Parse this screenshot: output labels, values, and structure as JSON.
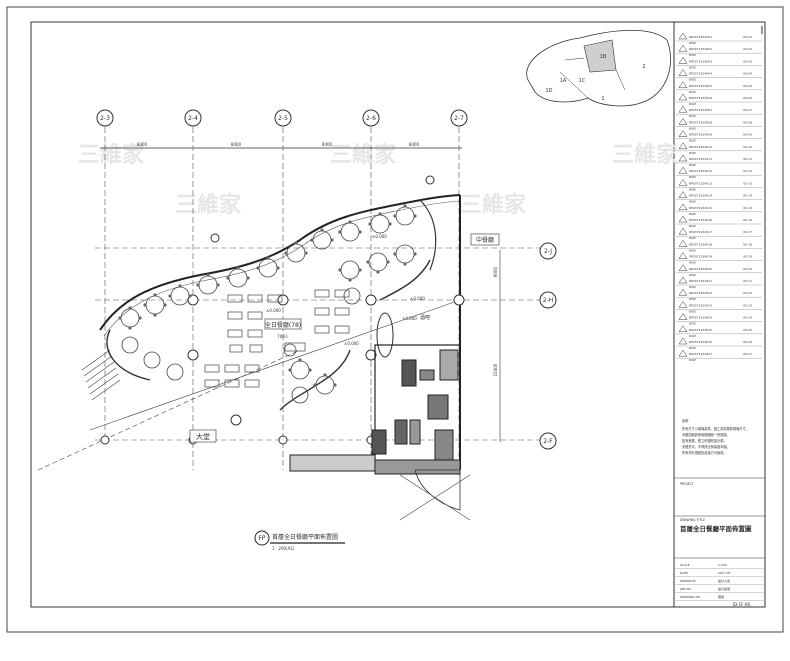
{
  "plan": {
    "grid_top": [
      "2-3",
      "2-4",
      "2-5",
      "2-6",
      "2-7"
    ],
    "grid_right": [
      "2-J",
      "2-H",
      "2-F"
    ],
    "dims_top": [
      "8400",
      "8400",
      "8400",
      "8400"
    ],
    "dims_right": [
      "9000",
      "10400"
    ],
    "rooms": {
      "main_dining": "全日餐廳(78)",
      "main_dining_sub": "709人",
      "chinese": "中餐廳",
      "lobby": "大堂",
      "bar": "酒吧"
    },
    "levels": [
      "±0.000",
      "±0.000",
      "±0.000",
      "±0.000",
      "±0.000"
    ],
    "drawing_title": {
      "tag": "FP",
      "text": "首層全日餐廳平面佈置圖",
      "scale": "1 : 200(A1)"
    }
  },
  "title_block": {
    "revisions": [
      {
        "code": "RP2071234001",
        "note": "BASE",
        "date": "00-01"
      },
      {
        "code": "RP2071234002",
        "note": "BASE",
        "date": "00-02"
      },
      {
        "code": "RP2071234003",
        "note": "BASE",
        "date": "00-03"
      },
      {
        "code": "RP2071234004",
        "note": "BASE",
        "date": "00-04"
      },
      {
        "code": "RP2071234005",
        "note": "BASE",
        "date": "00-05"
      },
      {
        "code": "RP2071234006",
        "note": "BASE",
        "date": "00-06"
      },
      {
        "code": "RP2071234007",
        "note": "BASE",
        "date": "00-07"
      },
      {
        "code": "RP2071234008",
        "note": "BASE",
        "date": "00-08"
      },
      {
        "code": "RP2071234009",
        "note": "BASE",
        "date": "00-09"
      },
      {
        "code": "RP2071234010",
        "note": "BASE",
        "date": "00-10"
      },
      {
        "code": "RP2071234011",
        "note": "BASE",
        "date": "00-11"
      },
      {
        "code": "RP2071234012",
        "note": "BASE",
        "date": "00-12"
      },
      {
        "code": "RP2071234013",
        "note": "BASE",
        "date": "00-13"
      },
      {
        "code": "RP2071234014",
        "note": "BASE",
        "date": "00-14"
      },
      {
        "code": "RP2071234015",
        "note": "BASE",
        "date": "00-15"
      },
      {
        "code": "RP2071234016",
        "note": "BASE",
        "date": "00-16"
      },
      {
        "code": "RP2071234017",
        "note": "BASE",
        "date": "00-17"
      },
      {
        "code": "RP2071234018",
        "note": "BASE",
        "date": "00-18"
      },
      {
        "code": "RP2071234019",
        "note": "BASE",
        "date": "00-19"
      },
      {
        "code": "RP2071234020",
        "note": "BASE",
        "date": "00-20"
      },
      {
        "code": "RP2071234021",
        "note": "BASE",
        "date": "00-21"
      },
      {
        "code": "RP2071234022",
        "note": "BASE",
        "date": "00-22"
      },
      {
        "code": "RP2071234023",
        "note": "BASE",
        "date": "00-23"
      },
      {
        "code": "RP2071234024",
        "note": "BASE",
        "date": "00-24"
      },
      {
        "code": "RP2071234025",
        "note": "BASE",
        "date": "00-25"
      },
      {
        "code": "RP2071234026",
        "note": "BASE",
        "date": "00-26"
      },
      {
        "code": "RP2071234027",
        "note": "BASE",
        "date": "00-27"
      }
    ],
    "keyplan_labels": [
      "1B",
      "1C",
      "1A",
      "2",
      "1D",
      "1"
    ],
    "notes_heading": "說明",
    "notes": [
      "所有尺寸以現場為準，施工前須核對現場尺寸。",
      "本圖須與其他相關圖紙一併閱讀。",
      "如有差異，應立即通知設計師。",
      "未經許可，不得按比例量度本圖。",
      "所有材料須經批准後方可使用。"
    ],
    "project_label": "PROJECT",
    "sheet_title_label": "DRAWING TITLE",
    "sheet_title": "首層全日餐廳平面佈置圖",
    "info_rows": [
      {
        "label": "SCALE",
        "value": "1:200"
      },
      {
        "label": "DATE",
        "value": "2017.05"
      },
      {
        "label": "DRAWN BY",
        "value": "設計人員"
      },
      {
        "label": "JOB NO.",
        "value": "設計編號"
      },
      {
        "label": "DRAWING NO.",
        "value": "圖號"
      }
    ],
    "sheet_no": "ID-1F-06"
  },
  "watermark": "三維家"
}
